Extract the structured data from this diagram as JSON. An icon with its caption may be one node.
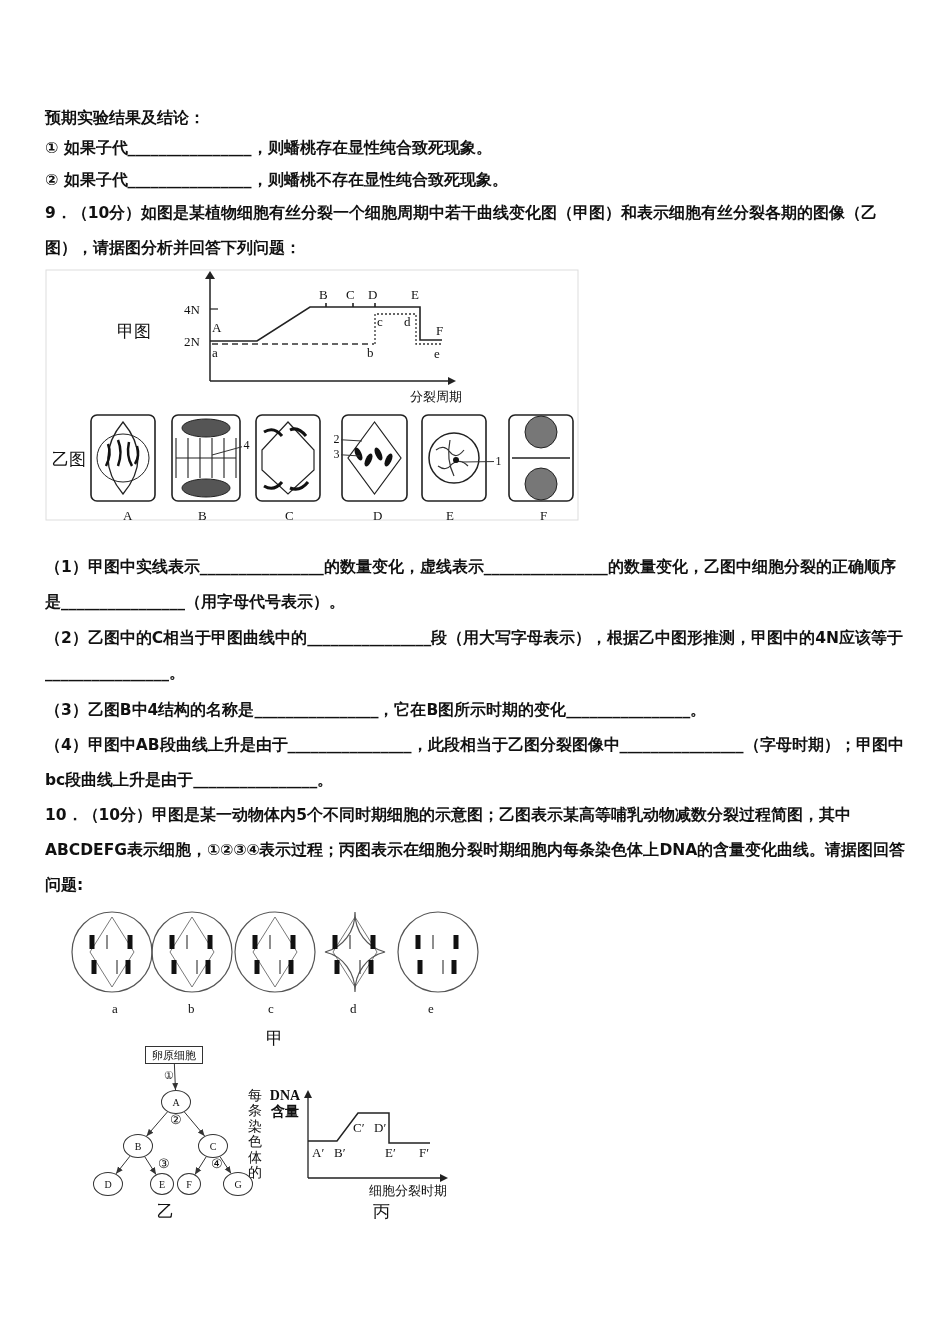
{
  "diagram": {
    "nodes": [
      {
        "text": [
          "4"
        ]
      },
      {
        "text": [
          "2"
        ]
      },
      {
        "text": [
          "3"
        ]
      },
      {
        "text": [
          "1"
        ]
      },
      {
        "text": [
          "卵原细胞"
        ]
      },
      {
        "text": [
          "A"
        ]
      },
      {
        "text": [
          "B"
        ]
      },
      {
        "text": [
          "C"
        ]
      },
      {
        "text": [
          "D"
        ]
      },
      {
        "text": [
          "E"
        ]
      },
      {
        "text": [
          "F"
        ]
      },
      {
        "text": [
          "G"
        ]
      }
    ],
    "edges": [
      {
        "from": 0,
        "to": null,
        "arrow": "none"
      },
      {
        "from": 1,
        "to": null,
        "arrow": "none"
      },
      {
        "from": 2,
        "to": null,
        "arrow": "none"
      },
      {
        "from": 3,
        "to": null,
        "arrow": "none"
      },
      {
        "from": 4,
        "to": 5,
        "arrow": "to",
        "label": "①"
      },
      {
        "from": 5,
        "to": 6,
        "arrow": "to"
      },
      {
        "from": 5,
        "to": 7,
        "arrow": "to"
      },
      {
        "from": 6,
        "to": 8,
        "arrow": "to"
      },
      {
        "from": 6,
        "to": 9,
        "arrow": "to"
      },
      {
        "from": 7,
        "to": 10,
        "arrow": "to"
      },
      {
        "from": 7,
        "to": 11,
        "arrow": "to"
      }
    ],
    "labels": [
      "预期实验结果及结论：",
      "① 如果子代________________，则蟠桃存在显性纯合致死现象。",
      "② 如果子代________________，则蟠桃不存在显性纯合致死现象。",
      "9．（10分）如图是某植物细胞有丝分裂一个细胞周期中若干曲线变化图（甲图）和表示细胞有丝分裂各期的图像（乙图），请据图分析并回答下列问题：",
      "甲图",
      "4N",
      "B",
      "C",
      "D",
      "E",
      "A",
      "c",
      "d",
      "F",
      "2N",
      "a",
      "b",
      "e",
      "分裂周期",
      "乙图",
      "A",
      "B",
      "C",
      "D",
      "E",
      "F",
      "（1）甲图中实线表示________________的数量变化，虚线表示________________的数量变化，乙图中细胞分裂的正确顺序是________________（用字母代号表示）。",
      "（2）乙图中的C相当于甲图曲线中的________________段（用大写字母表示），根据乙中图形推测，甲图中的4N应该等于________________。",
      "（3）乙图B中4结构的名称是________________，它在B图所示时期的变化________________。",
      "（4）甲图中AB段曲线上升是由于________________，此段相当于乙图分裂图像中________________（字母时期）；甲图中bc段曲线上升是由于________________。",
      "10．（10分）甲图是某一动物体内5个不同时期细胞的示意图；乙图表示某高等哺乳动物减数分裂过程简图，其中ABCDEFG表示细胞，①②③④表示过程；丙图表示在细胞分裂时期细胞内每条染色体上DNA的含量变化曲线。请据图回答问题:",
      "a",
      "b",
      "c",
      "d",
      "e",
      "甲",
      "每条染色体的",
      "DNA含量",
      "②",
      "C′",
      "D′",
      "③",
      "④",
      "A′",
      "B′",
      "E′",
      "F′",
      "细胞分裂时期",
      "乙",
      "丙"
    ]
  }
}
